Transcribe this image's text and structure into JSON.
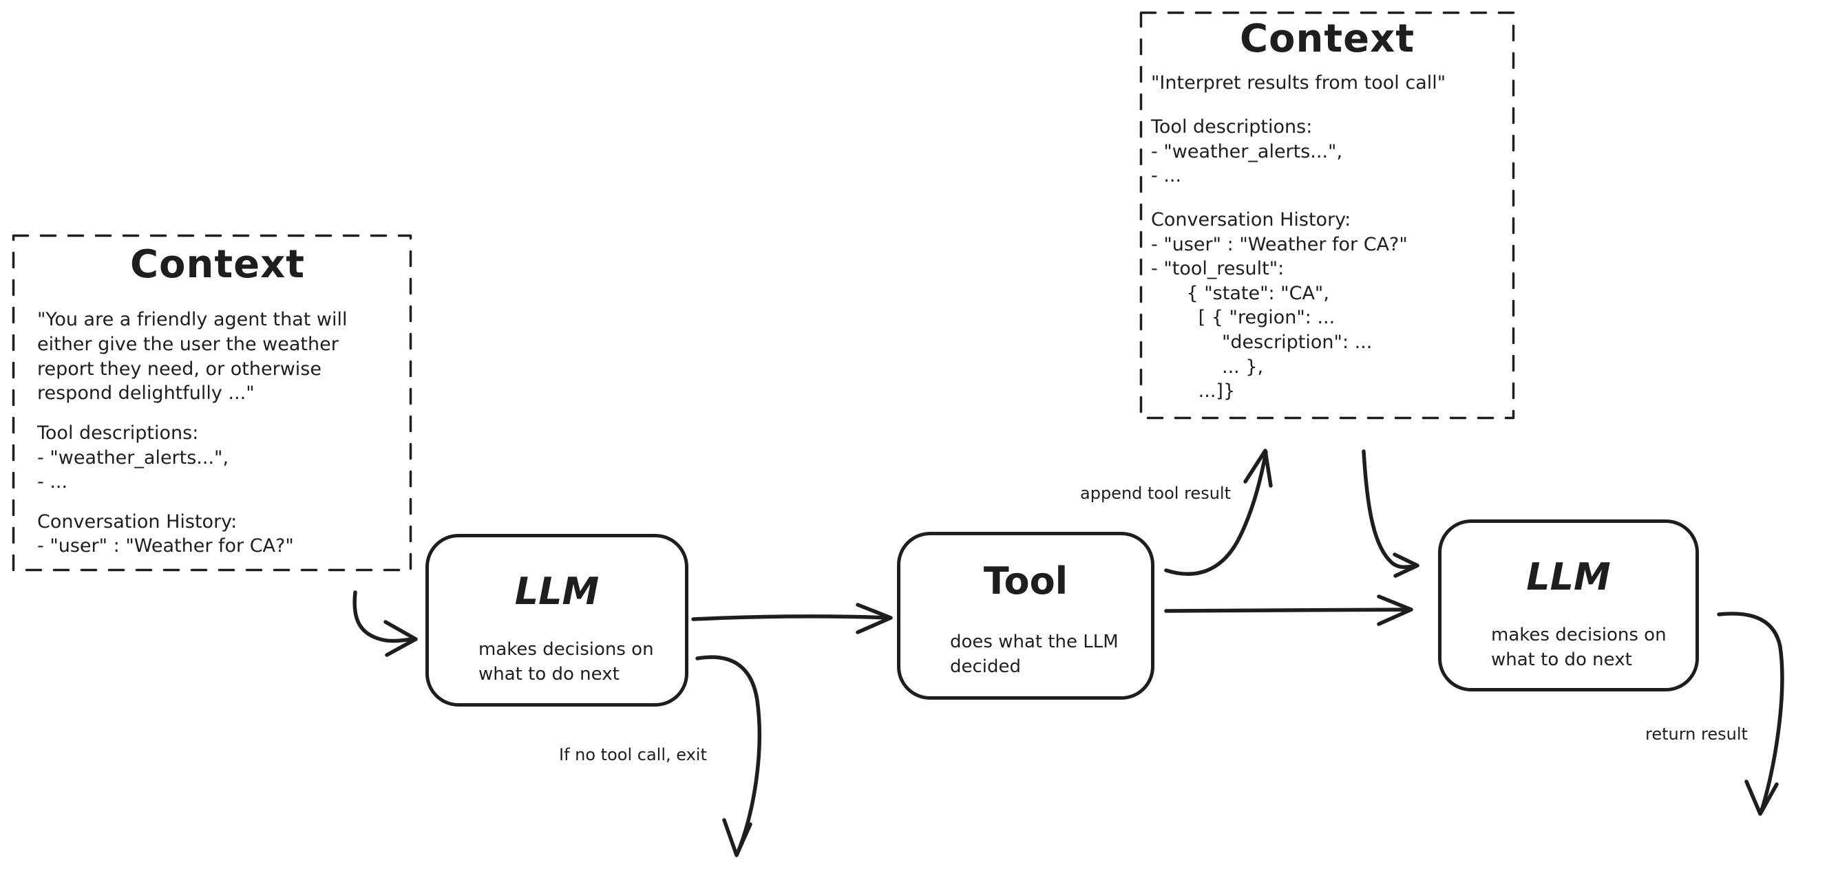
{
  "diagram": {
    "colors": {
      "ink": "#1e1e1e",
      "background": "#ffffff"
    },
    "context_left": {
      "title": "Context",
      "system_prompt": "\"You are a friendly agent that will\neither give the user the weather\nreport they need, or otherwise\nrespond delightfully ...\"",
      "tools_heading": "Tool descriptions:",
      "tools_items": [
        "- \"weather_alerts...\",",
        "- ..."
      ],
      "history_heading": "Conversation History:",
      "history_items": [
        "- \"user\" : \"Weather for CA?\""
      ]
    },
    "context_right": {
      "title": "Context",
      "instruction": "\"Interpret results from tool call\"",
      "tools_heading": "Tool descriptions:",
      "tools_items": [
        "- \"weather_alerts...\",",
        "- ..."
      ],
      "history_heading": "Conversation History:",
      "history_user_line": "- \"user\" : \"Weather for CA?\"",
      "tool_result_block": "- \"tool_result\":\n      { \"state\": \"CA\",\n        [ { \"region\": ...\n            \"description\": ...\n            ... },\n        ...]}"
    },
    "nodes": {
      "llm_1": {
        "title": "LLM",
        "description": "makes decisions on\nwhat to do next"
      },
      "tool": {
        "title": "Tool",
        "description": "does what the LLM\ndecided"
      },
      "llm_2": {
        "title": "LLM",
        "description": "makes decisions on\nwhat to do next"
      }
    },
    "edges": {
      "append_tool_result_label": "append tool result",
      "no_tool_call_label": "If no tool call, exit",
      "return_result_label": "return result"
    }
  }
}
